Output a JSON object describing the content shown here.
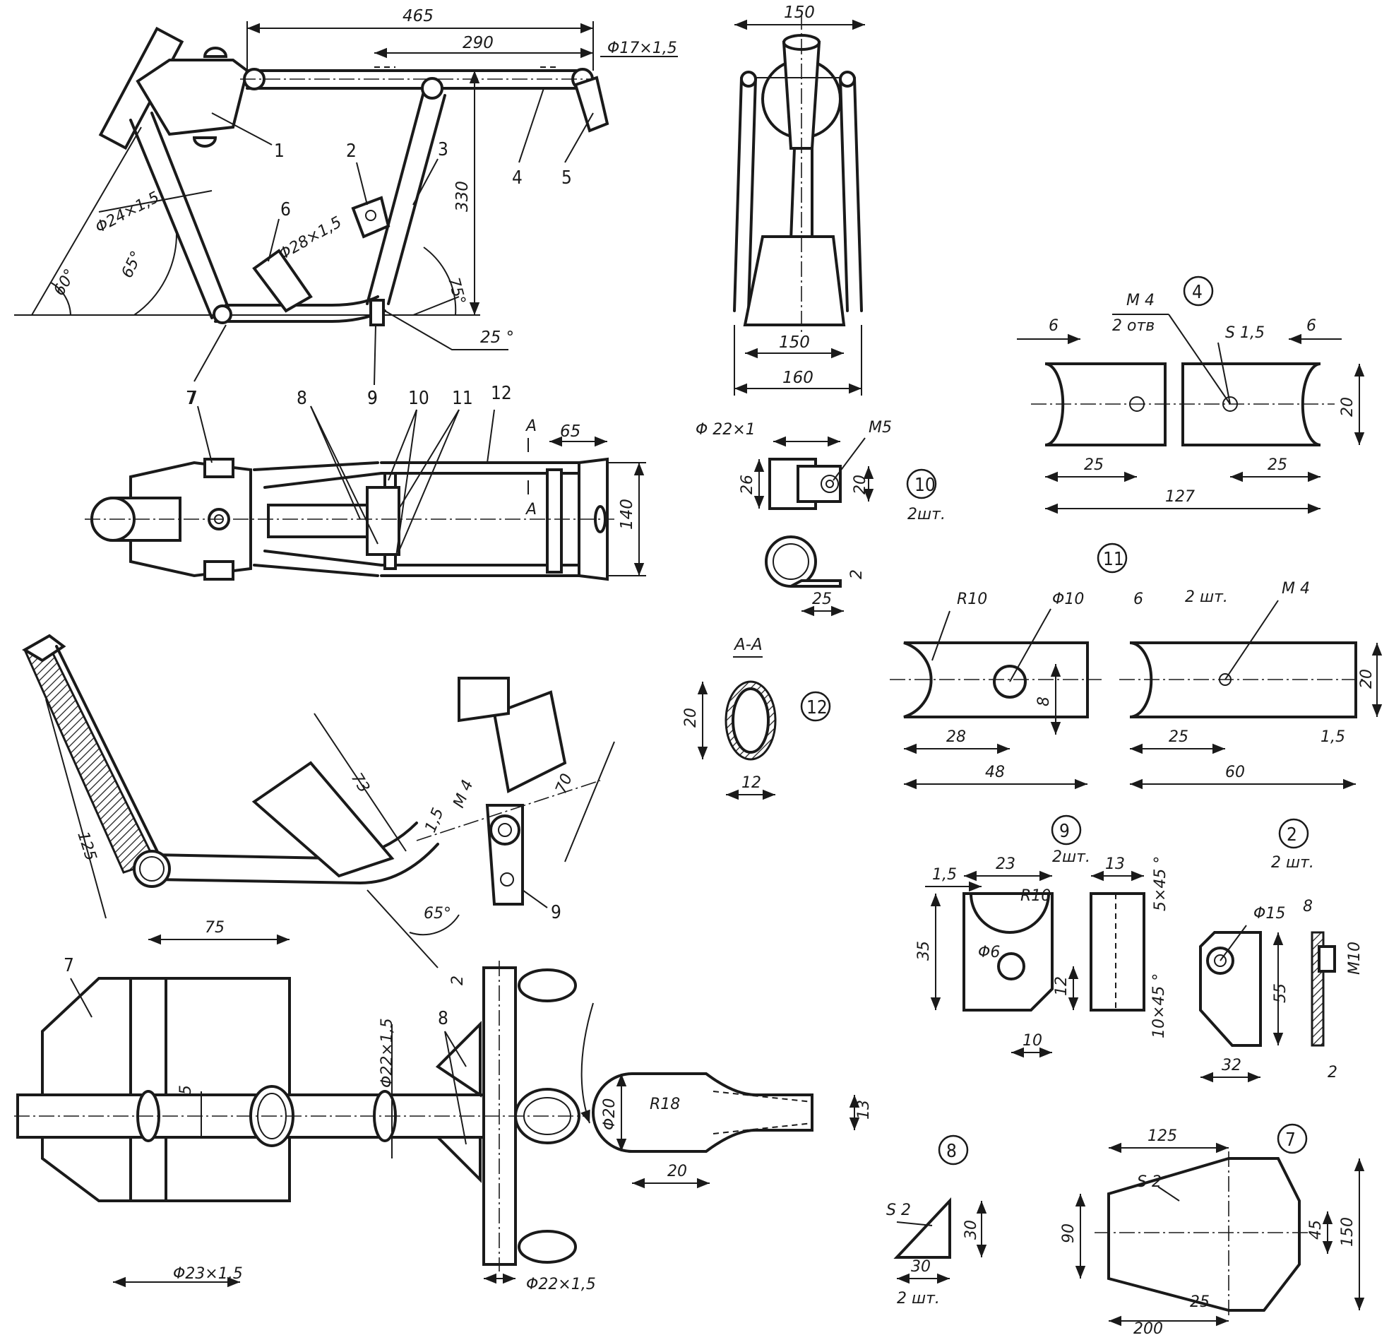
{
  "frame_side": {
    "dims": {
      "d465": "465",
      "d290": "290",
      "tube17": "Φ17×1,5",
      "d330": "330",
      "tube24": "Φ24×1,5",
      "tube28": "Φ28×1,5",
      "a60": "60°",
      "a65": "65°",
      "a75": "75°",
      "a25": "25 °"
    },
    "callouts": [
      "1",
      "2",
      "3",
      "4",
      "5",
      "6",
      "7",
      "9"
    ]
  },
  "frame_front": {
    "dims": {
      "d150top": "150",
      "d150bot": "150",
      "d160": "160"
    }
  },
  "frame_top": {
    "callouts": [
      "7",
      "8",
      "9",
      "10",
      "11",
      "12"
    ],
    "dims": {
      "d65": "65",
      "d140": "140",
      "secA": "A"
    }
  },
  "part10": {
    "num": "10",
    "qty": "2шт.",
    "dims": {
      "tube": "Φ 22×1",
      "m5": "M5",
      "d26": "26",
      "d20": "20",
      "d25": "25",
      "d2": "2"
    }
  },
  "part4": {
    "num": "4",
    "dims": {
      "m4": "M 4",
      "holes": "2 отв",
      "s15": "S 1,5",
      "d6a": "6",
      "d6b": "6",
      "d20": "20",
      "d25a": "25",
      "d25b": "25",
      "d127": "127"
    }
  },
  "part11": {
    "num": "11",
    "qty": "2 шт.",
    "dims": {
      "r10": "R10",
      "f10": "Φ10",
      "d6": "6",
      "m4": "M 4",
      "d8": "8",
      "d20": "20",
      "d28": "28",
      "d48": "48",
      "d25": "25",
      "d15": "1,5",
      "d60": "60"
    }
  },
  "section_aa": {
    "title": "A-A",
    "num": "12",
    "dims": {
      "d20": "20",
      "d12": "12"
    }
  },
  "detail_bend": {
    "dims": {
      "d125": "125",
      "d75": "75",
      "d73": "73",
      "d70": "70",
      "m4": "M 4",
      "d15": "1,5",
      "a65": "65°"
    },
    "callout": "9"
  },
  "detail_top": {
    "callouts": [
      "7",
      "8"
    ],
    "dims": {
      "d5": "5",
      "tube22a": "Φ22×1,5",
      "tube22b": "Φ22×1,5",
      "tube23": "Φ23×1,5",
      "d2": "2"
    }
  },
  "detail_tube_end": {
    "dims": {
      "f20": "Φ20",
      "r18": "R18",
      "d13": "13",
      "d20": "20"
    }
  },
  "part9": {
    "num": "9",
    "qty": "2шт.",
    "dims": {
      "d15": "1,5",
      "d23": "23",
      "d13": "13",
      "r10": "R10",
      "f6": "Φ6",
      "d35": "35",
      "d12": "12",
      "d10": "10"
    }
  },
  "part2": {
    "num": "2",
    "qty": "2 шт.",
    "dims": {
      "c5": "5×45 °",
      "c10": "10×45 °",
      "f15": "Φ15",
      "d8": "8",
      "m10": "M10",
      "d55": "55",
      "d32": "32",
      "d2": "2"
    }
  },
  "part8": {
    "num": "8",
    "qty": "2 шт.",
    "dims": {
      "s2": "S 2",
      "d30v": "30",
      "d30h": "30"
    }
  },
  "part7": {
    "num": "7",
    "dims": {
      "d125": "125",
      "s2": "S 2",
      "d90": "90",
      "d45": "45",
      "d150": "150",
      "d25": "25",
      "d200": "200"
    }
  }
}
